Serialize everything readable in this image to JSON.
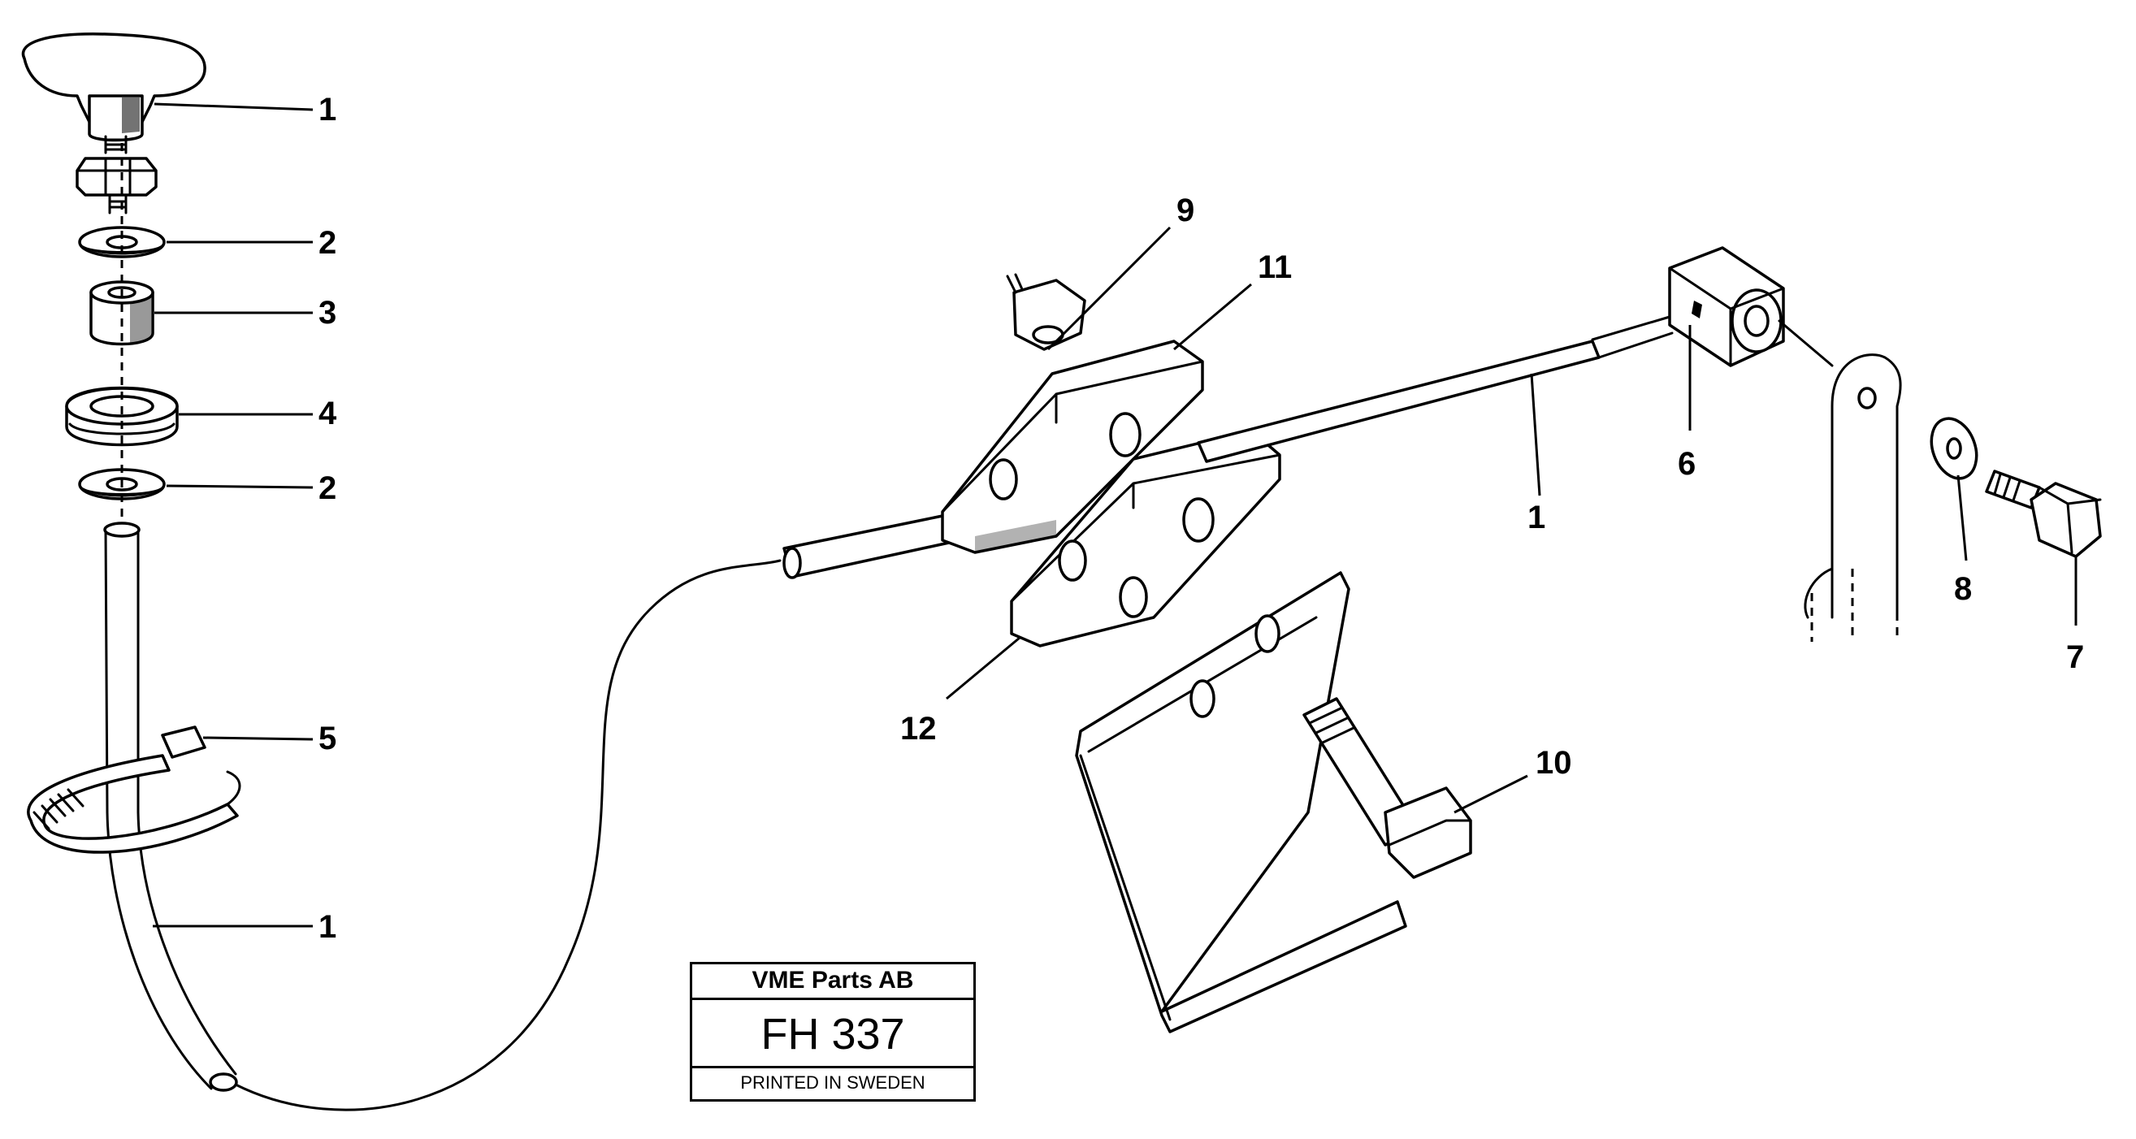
{
  "callouts": {
    "knob": "1",
    "washer_top": "2",
    "spacer": "3",
    "grommet": "4",
    "washer_bottom": "2",
    "cable_tie": "5",
    "cable_left": "1",
    "nut": "9",
    "clamp_upper": "11",
    "clamp_lower": "12",
    "bolt_bracket": "10",
    "cable_right": "1",
    "connector": "6",
    "washer_right": "8",
    "bolt_right": "7"
  },
  "title_block": {
    "company": "VME Parts AB",
    "code": "FH 337",
    "printed": "PRINTED IN SWEDEN"
  }
}
